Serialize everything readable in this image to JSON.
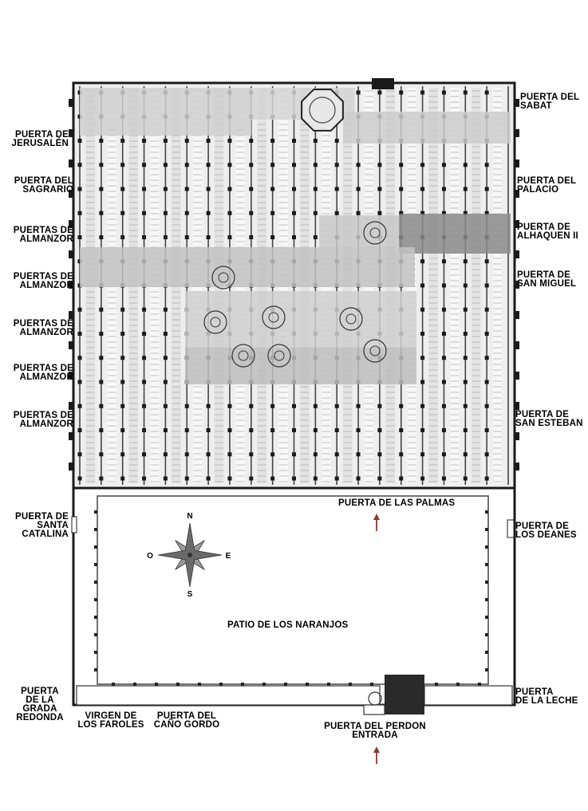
{
  "gates_left": [
    {
      "id": "jerusalen",
      "lines": [
        "PUERTA DE",
        "JERUSALÉN"
      ]
    },
    {
      "id": "sagrario",
      "lines": [
        "PUERTA DEL",
        "SAGRARIO"
      ]
    },
    {
      "id": "almanzor-1",
      "lines": [
        "PUERTAS DE",
        "ALMANZOR"
      ]
    },
    {
      "id": "almanzor-2",
      "lines": [
        "PUERTAS DE",
        "ALMANZOR"
      ]
    },
    {
      "id": "almanzor-3",
      "lines": [
        "PUERTAS DE",
        "ALMANZOR"
      ]
    },
    {
      "id": "almanzor-4",
      "lines": [
        "PUERTAS DE",
        "ALMANZOR"
      ]
    },
    {
      "id": "almanzor-5",
      "lines": [
        "PUERTAS DE",
        "ALMANZOR"
      ]
    },
    {
      "id": "santa-catalina",
      "lines": [
        "PUERTA DE",
        "SANTA",
        "CATALINA"
      ]
    },
    {
      "id": "grada-redonda",
      "lines": [
        "PUERTA",
        "DE LA",
        "GRADA",
        "REDONDA"
      ]
    }
  ],
  "gates_right": [
    {
      "id": "sabat",
      "lines": [
        "PUERTA DEL",
        "SABAT"
      ]
    },
    {
      "id": "palacio",
      "lines": [
        "PUERTA DEL",
        "PALACIO"
      ]
    },
    {
      "id": "alhaquen",
      "lines": [
        "PUERTA DE",
        "ALHAQUEN II"
      ]
    },
    {
      "id": "san-miguel",
      "lines": [
        "PUERTA DE",
        "SAN MIGUEL"
      ]
    },
    {
      "id": "san-esteban",
      "lines": [
        "PUERTA DE",
        "SAN ESTEBAN"
      ]
    },
    {
      "id": "deanes",
      "lines": [
        "PUERTA DE",
        "LOS DEANES"
      ]
    },
    {
      "id": "leche",
      "lines": [
        "PUERTA",
        "DE LA LECHE"
      ]
    }
  ],
  "gates_bottom": [
    {
      "id": "faroles",
      "lines": [
        "VIRGEN DE",
        "LOS FAROLES"
      ]
    },
    {
      "id": "cano-gordo",
      "lines": [
        "PUERTA DEL",
        "CAÑO GORDO"
      ]
    },
    {
      "id": "perdon",
      "lines": [
        "PUERTA DEL PERDON",
        "ENTRADA"
      ]
    }
  ],
  "inner_labels": {
    "palmas": "PUERTA DE LAS PALMAS",
    "patio": "PATIO DE LOS NARANJOS"
  },
  "compass": {
    "n": "N",
    "s": "S",
    "e": "E",
    "o": "O"
  },
  "colors": {
    "arrow": "#8b3a2e",
    "wall": "#1a1a1a",
    "hatch": "#555555",
    "compass": "#6a6a6a"
  }
}
